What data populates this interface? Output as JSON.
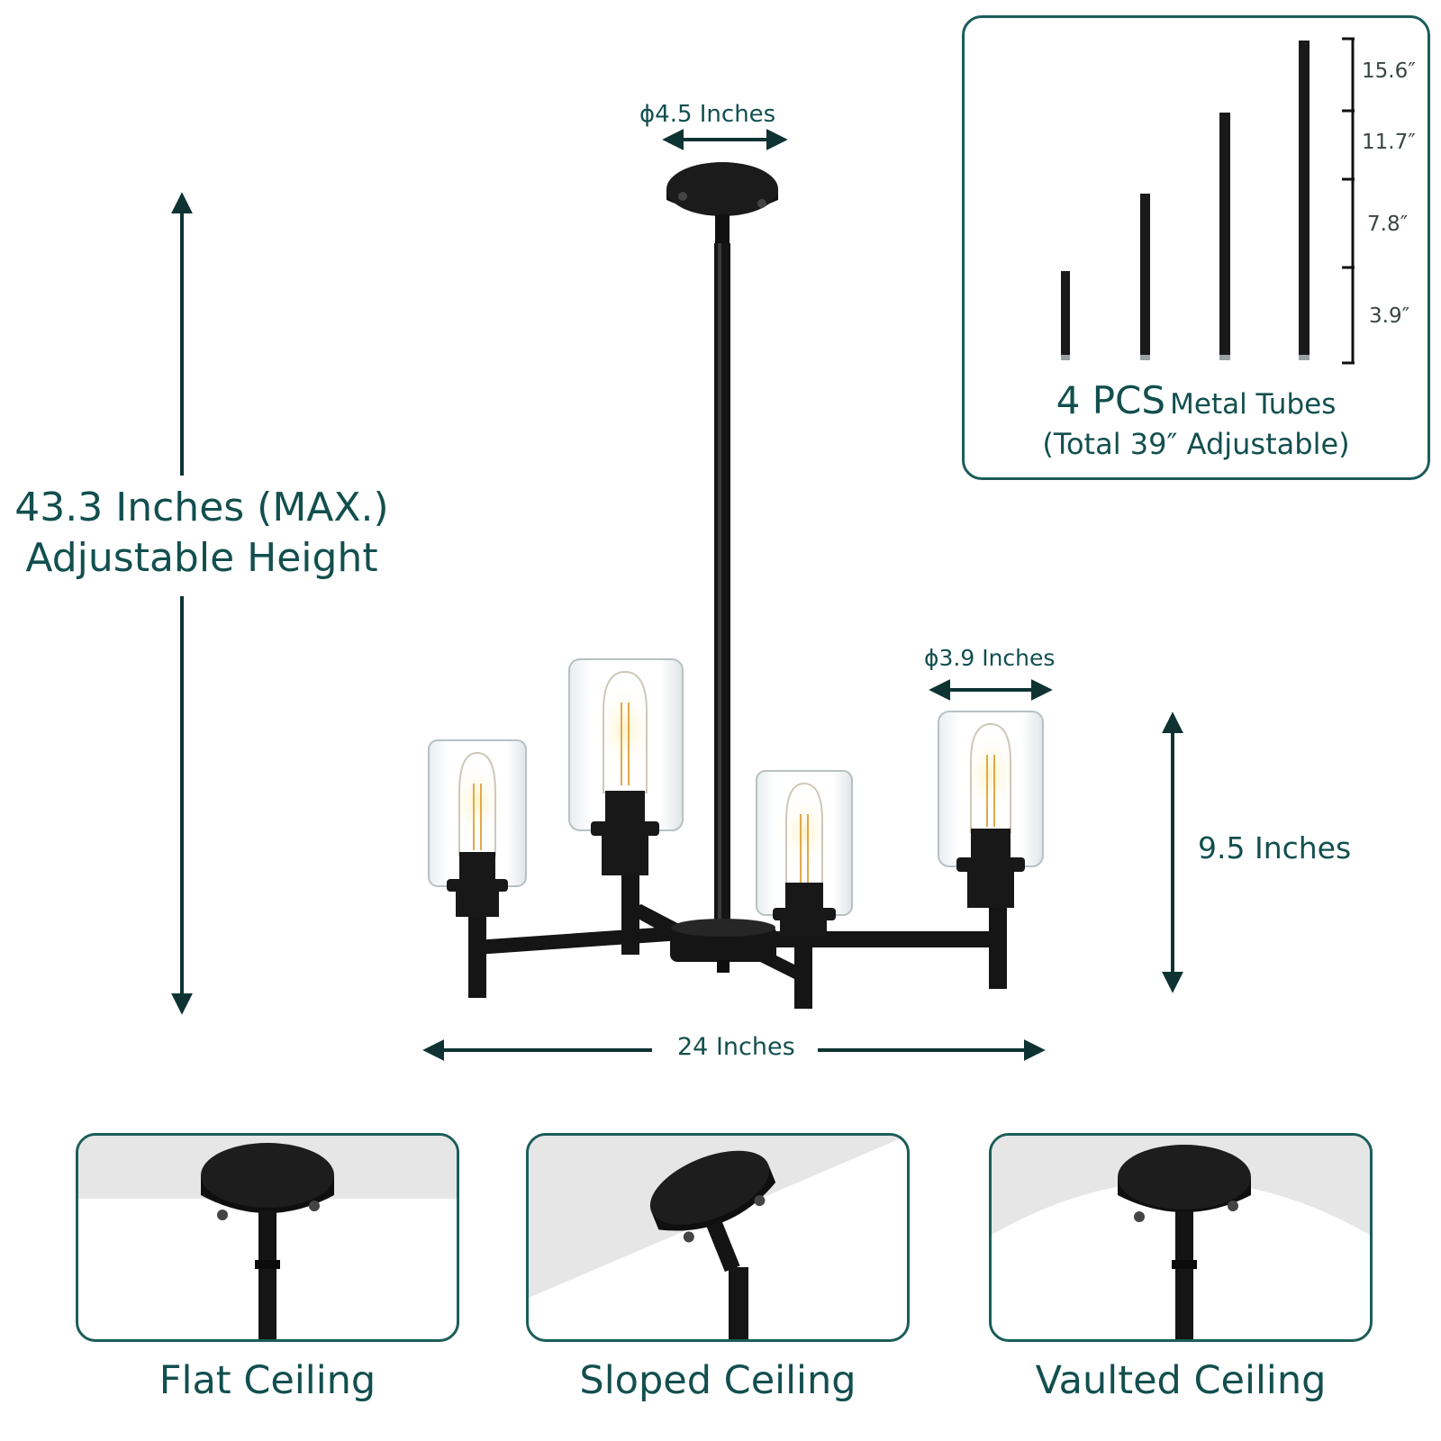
{
  "colors": {
    "teal_text": "#134f4f",
    "teal_border": "#1b5d5a",
    "arrow": "#0f3333",
    "fixture_black": "#151515",
    "ceiling_grey": "#e6e6e6"
  },
  "dimensions": {
    "max_height": "43.3 Inches (MAX.)",
    "height_note": "Adjustable Height",
    "canopy_diameter": "ϕ4.5 Inches",
    "shade_diameter": "ϕ3.9 Inches",
    "fixture_height": "9.5 Inches",
    "fixture_width": "24 Inches"
  },
  "tubes": {
    "lengths": [
      "15.6″",
      "11.7″",
      "7.8″",
      "3.9″"
    ],
    "quantity": "4 PCS",
    "name": "Metal Tubes",
    "note": "(Total 39″   Adjustable)"
  },
  "mounting": [
    {
      "label": "Flat Ceiling"
    },
    {
      "label": "Sloped Ceiling"
    },
    {
      "label": "Vaulted Ceiling"
    }
  ]
}
